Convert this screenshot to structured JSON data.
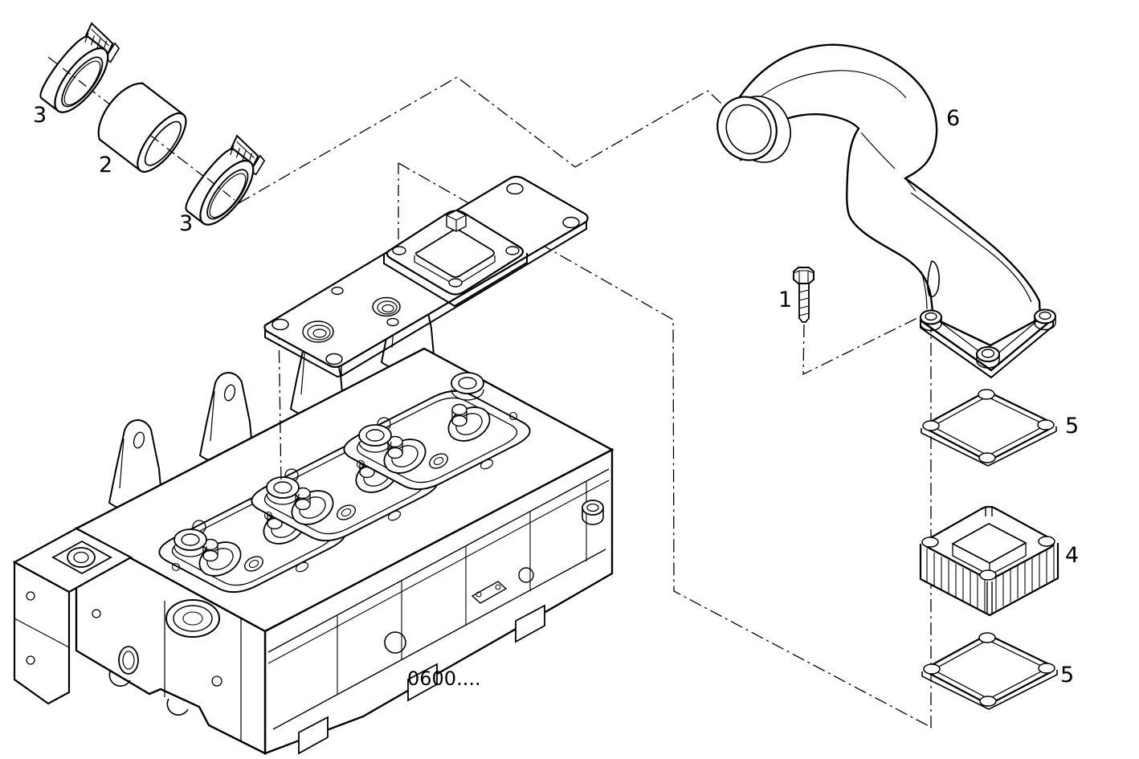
{
  "figure": {
    "code": "0600...."
  },
  "callouts": [
    {
      "part": "hose-clamp-upper",
      "label": "3"
    },
    {
      "part": "hose-sleeve",
      "label": "2"
    },
    {
      "part": "hose-clamp-lower",
      "label": "3"
    },
    {
      "part": "mounting-bolt",
      "label": "1"
    },
    {
      "part": "intake-pipe",
      "label": "6"
    },
    {
      "part": "gasket-upper",
      "label": "5"
    },
    {
      "part": "heater-spacer",
      "label": "4"
    },
    {
      "part": "gasket-lower",
      "label": "5"
    }
  ],
  "colors": {
    "line": "#000000",
    "background": "#ffffff"
  }
}
